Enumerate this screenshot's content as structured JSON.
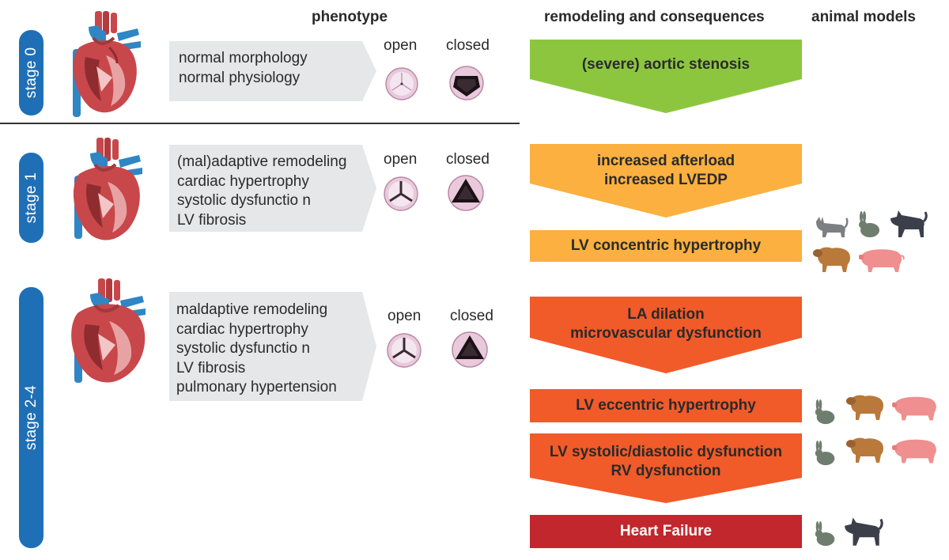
{
  "headers": {
    "phenotype": "phenotype",
    "remodeling": "remodeling and consequences",
    "animal_models": "animal models"
  },
  "valve_labels": {
    "open": "open",
    "closed": "closed"
  },
  "stages": [
    {
      "label": "stage 0",
      "phenotype": [
        "normal morphology",
        "normal physiology"
      ]
    },
    {
      "label": "stage 1",
      "phenotype": [
        "(mal)adaptive remodeling",
        "cardiac hypertrophy",
        "systolic dysfunctio n",
        "LV fibrosis"
      ]
    },
    {
      "label": "stage 2-4",
      "phenotype": [
        "maldaptive remodeling",
        "cardiac hypertrophy",
        "systolic dysfunctio n",
        "LV fibrosis",
        "pulmonary hypertension"
      ]
    }
  ],
  "remodeling_steps": [
    {
      "lines": [
        "(severe) aortic stenosis"
      ],
      "color": "#8cc63f"
    },
    {
      "lines": [
        "increased afterload",
        "increased LVEDP"
      ],
      "color": "#fbb040"
    },
    {
      "lines": [
        "LV concentric hypertrophy"
      ],
      "color": "#fbb040"
    },
    {
      "lines": [
        "LA dilation",
        "microvascular dysfunction"
      ],
      "color": "#f15a29"
    },
    {
      "lines": [
        "LV eccentric hypertrophy"
      ],
      "color": "#f15a29"
    },
    {
      "lines": [
        "LV systolic/diastolic dysfunction",
        "RV dysfunction"
      ],
      "color": "#f15a29"
    },
    {
      "lines": [
        "Heart Failure"
      ],
      "color": "#c1272d"
    }
  ],
  "animal_models": {
    "concentric": [
      "cat-icon",
      "rabbit-icon",
      "dog-icon",
      "sheep-icon",
      "pig-icon"
    ],
    "eccentric": [
      "rabbit-icon",
      "sheep-icon",
      "pig-icon"
    ],
    "dysfunction": [
      "rabbit-icon",
      "sheep-icon",
      "pig-icon"
    ],
    "heart_failure": [
      "rabbit-icon",
      "dog-icon"
    ]
  },
  "colors": {
    "stage_blue": "#1f6fb6",
    "phenotype_gray": "#e6e7e8",
    "green": "#8cc63f",
    "orange_light": "#fbb040",
    "orange_dark": "#f15a29",
    "red": "#c1272d",
    "heart": "#c8474a",
    "vessel_blue": "#2f86c4",
    "cat_gray": "#7d7f83",
    "rabbit_gray": "#6f7d6f",
    "dog_dark": "#3b3f4a",
    "sheep_brown": "#b8793a",
    "pig_pink": "#ef8f8f"
  }
}
